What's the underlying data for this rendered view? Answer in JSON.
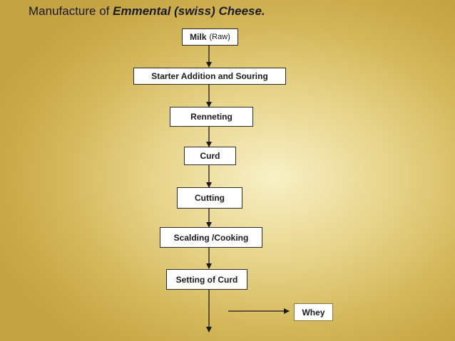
{
  "title": {
    "prefix": "Manufacture of ",
    "emphasis": "Emmental (swiss) Cheese."
  },
  "steps": [
    {
      "label": "Milk",
      "sub": "(Raw)"
    },
    {
      "label": "Starter Addition and Souring"
    },
    {
      "label": "Renneting"
    },
    {
      "label": "Curd"
    },
    {
      "label": "Cutting"
    },
    {
      "label": "Scalding /Cooking"
    },
    {
      "label": "Setting of Curd"
    }
  ],
  "byproduct": {
    "label": "Whey"
  },
  "colors": {
    "arrow": "#1a1a1a",
    "box_fill": "#ffffff",
    "box_border": "#2b2b2b"
  }
}
